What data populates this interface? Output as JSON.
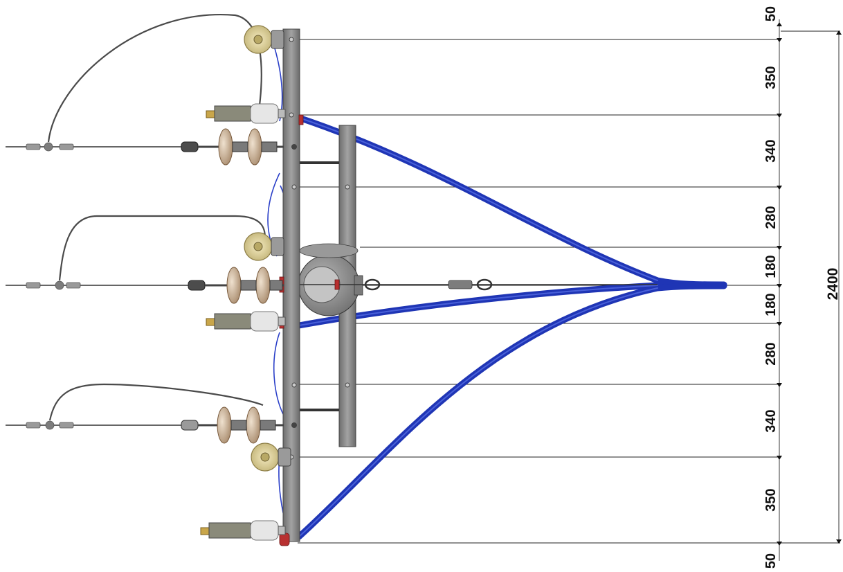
{
  "drawing": {
    "segment_dimensions": [
      "50",
      "350",
      "340",
      "280",
      "180",
      "180",
      "280",
      "340",
      "350",
      "50"
    ],
    "total_dimension": "2400"
  },
  "colors": {
    "cable": "#1f35b5",
    "cable_highlight": "#5b74e8",
    "thin_wire": "#2a3fc8",
    "steel": "#8c8c8c",
    "steel_dark": "#555555",
    "insulator": "#d9c2a8",
    "line": "#222222",
    "flag": "#b83030"
  }
}
